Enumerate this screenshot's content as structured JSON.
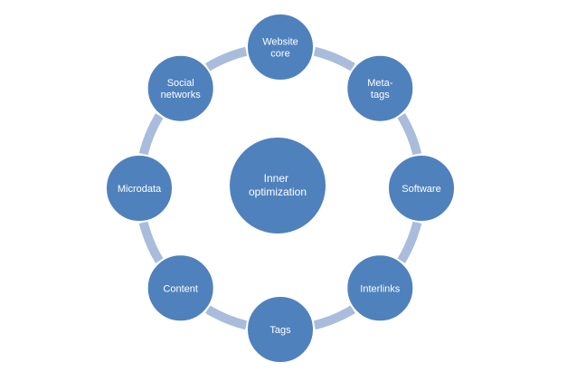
{
  "center": {
    "lines": [
      "Inner",
      "optimization"
    ]
  },
  "nodes": [
    {
      "id": "website-core",
      "lines": [
        "Website",
        "core"
      ]
    },
    {
      "id": "meta-tags",
      "lines": [
        "Meta-",
        "tags"
      ]
    },
    {
      "id": "software",
      "lines": [
        "Software"
      ]
    },
    {
      "id": "interlinks",
      "lines": [
        "Interlinks"
      ]
    },
    {
      "id": "tags",
      "lines": [
        "Tags"
      ]
    },
    {
      "id": "content",
      "lines": [
        "Content"
      ]
    },
    {
      "id": "microdata",
      "lines": [
        "Microdata"
      ]
    },
    {
      "id": "social-networks",
      "lines": [
        "Social",
        "networks"
      ]
    }
  ],
  "colors": {
    "node_fill": "#4f81bd",
    "node_stroke": "#ffffff",
    "connector": "#a9bcdb",
    "text": "#ffffff"
  }
}
